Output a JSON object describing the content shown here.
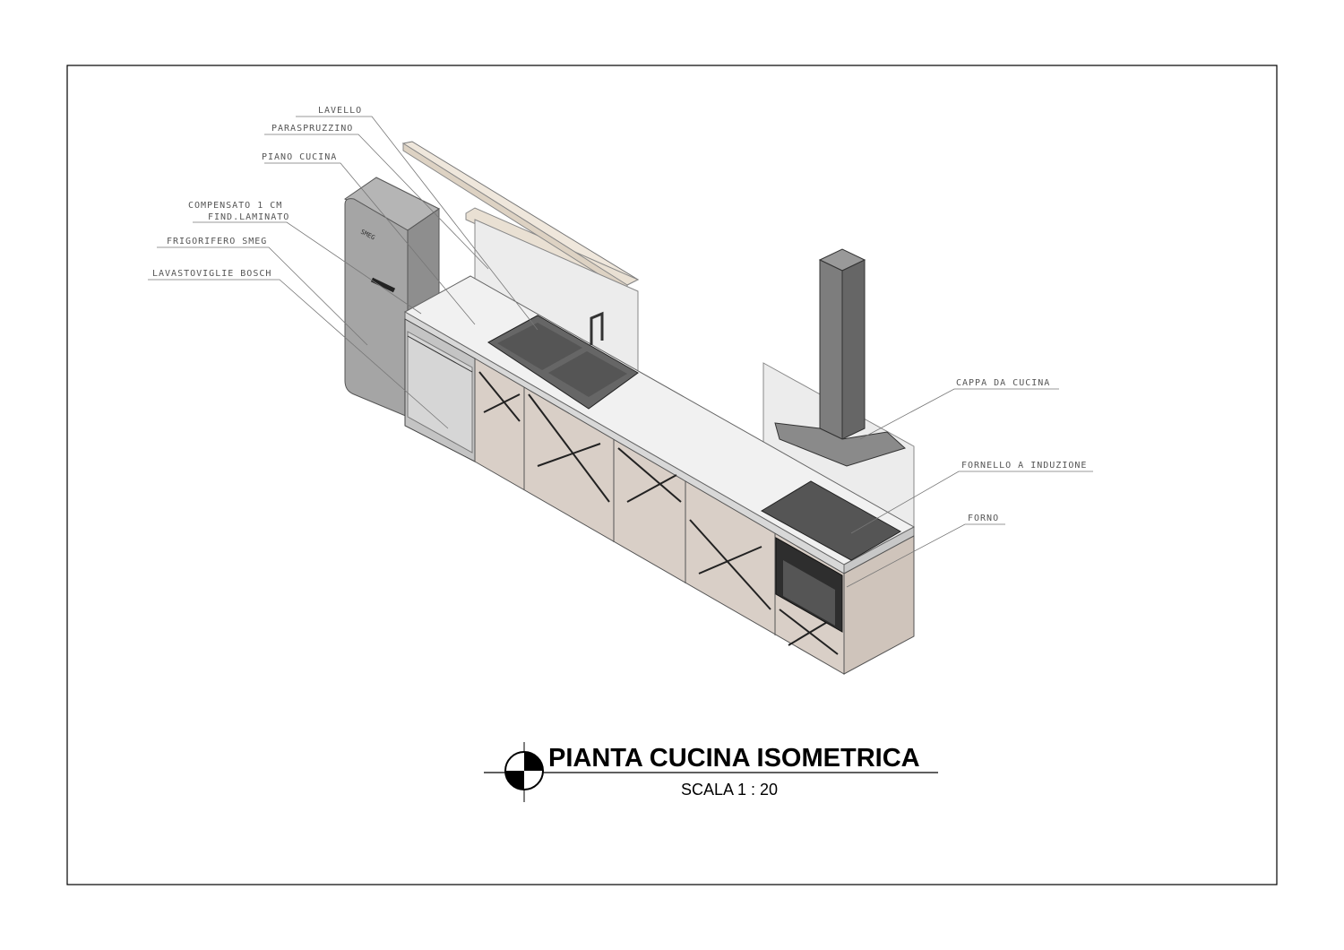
{
  "drawing": {
    "title": "PIANTA CUCINA ISOMETRICA",
    "scale": "SCALA 1 : 20",
    "labels": {
      "lavello": "LAVELLO",
      "paraspruzzino": "PARASPRUZZINO",
      "piano_cucina": "PIANO CUCINA",
      "compensato_1": "COMPENSATO 1 CM",
      "compensato_2": "FIND.LAMINATO",
      "frigorifero": "FRIGORIFERO SMEG",
      "lavastoviglie": "LAVASTOVIGLIE BOSCH",
      "cappa": "CAPPA DA CUCINA",
      "fornello": "FORNELLO A INDUZIONE",
      "forno": "FORNO"
    },
    "fridge_brand": "SMEG"
  },
  "colors": {
    "wood": "#d9cfc7",
    "marble": "#eeeeee",
    "steel": "#8a8a8a",
    "dark": "#3a3a3a"
  }
}
